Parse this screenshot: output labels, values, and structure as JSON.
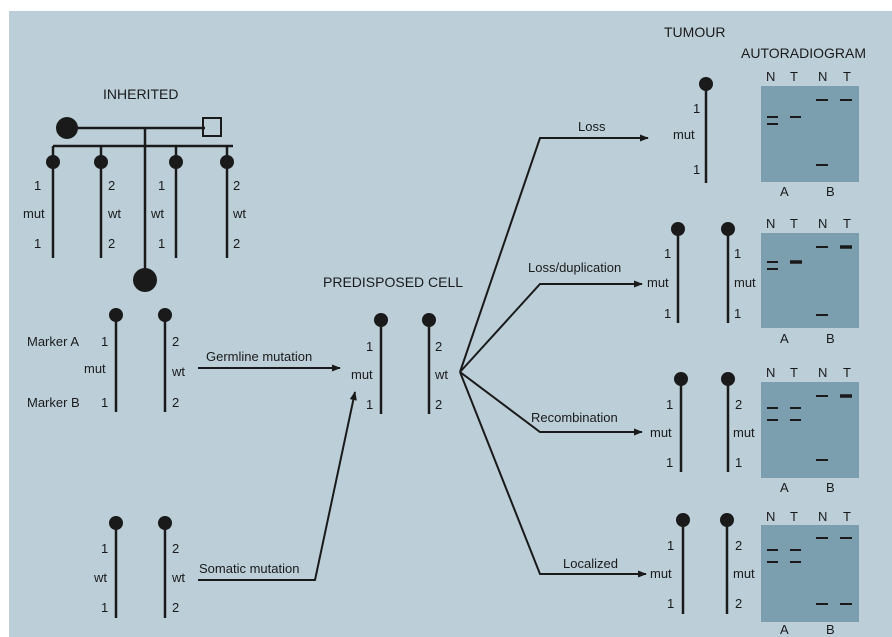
{
  "headers": {
    "inherited": "INHERITED",
    "predisposed": "PREDISPOSED CELL",
    "tumour": "TUMOUR",
    "autoradiogram": "AUTORADIOGRAM"
  },
  "pedigree_children": [
    {
      "top": "1",
      "mid": "mut",
      "bot": "1"
    },
    {
      "top": "2",
      "mid": "wt",
      "bot": "2"
    },
    {
      "top": "1",
      "mid": "wt",
      "bot": "1"
    },
    {
      "top": "2",
      "mid": "wt",
      "bot": "2"
    }
  ],
  "marker_labels": {
    "a": "Marker A",
    "b": "Marker B"
  },
  "germline": {
    "chrom1": {
      "top": "1",
      "mid": "mut",
      "bot": "1"
    },
    "chrom2": {
      "top": "2",
      "mid": "wt",
      "bot": "2"
    },
    "arrow_label": "Germline mutation"
  },
  "somatic": {
    "chrom1": {
      "top": "1",
      "mid": "wt",
      "bot": "1"
    },
    "chrom2": {
      "top": "2",
      "mid": "wt",
      "bot": "2"
    },
    "arrow_label": "Somatic mutation"
  },
  "predisposed_cell": {
    "chrom1": {
      "top": "1",
      "mid": "mut",
      "bot": "1"
    },
    "chrom2": {
      "top": "2",
      "mid": "wt",
      "bot": "2"
    }
  },
  "outcomes": [
    {
      "label": "Loss",
      "chromA": {
        "top": "1",
        "mid": "mut",
        "bot": "1"
      }
    },
    {
      "label": "Loss/duplication",
      "chromA": {
        "top": "1",
        "mid": "mut",
        "bot": "1"
      },
      "chromB": {
        "top": "1",
        "mid": "mut",
        "bot": "1"
      }
    },
    {
      "label": "Recombination",
      "chromA": {
        "top": "1",
        "mid": "mut",
        "bot": "1"
      },
      "chromB": {
        "top": "2",
        "mid": "mut",
        "bot": "1"
      }
    },
    {
      "label": "Localized",
      "chromA": {
        "top": "1",
        "mid": "mut",
        "bot": "1"
      },
      "chromB": {
        "top": "2",
        "mid": "mut",
        "bot": "2"
      }
    }
  ],
  "gel_labels": {
    "cols": [
      "N",
      "T",
      "N",
      "T"
    ],
    "markers": [
      "A",
      "B"
    ]
  },
  "colors": {
    "background": "#bccfd9",
    "gel": "#7b9faf",
    "ink": "#1a1a1a"
  }
}
